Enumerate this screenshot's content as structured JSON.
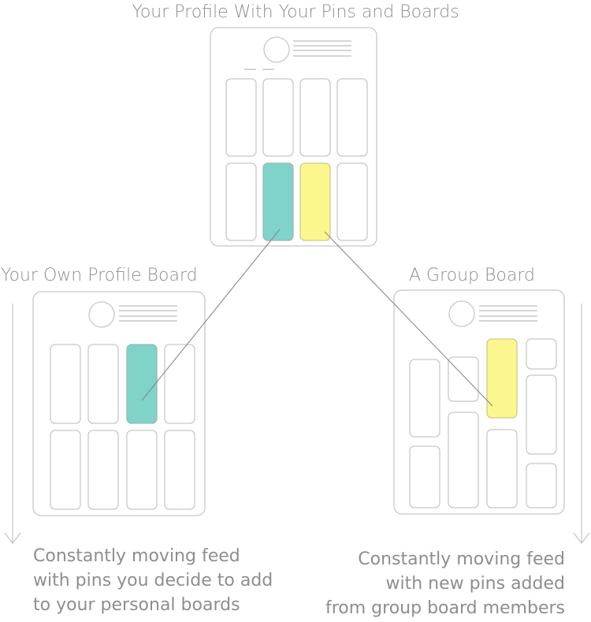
{
  "titles": {
    "profile": "Your Profile With Your Pins and Boards",
    "own_board": "Your Own Profile Board",
    "group_board": "A Group Board"
  },
  "captions": {
    "left": [
      "Constantly moving feed",
      "with pins you decide to add",
      "to your personal boards"
    ],
    "right": [
      "Constantly moving feed",
      "with new pins added",
      "from group board members"
    ]
  },
  "colors": {
    "outline": "#c4c4c4",
    "teal_pin": "#7fd3c9",
    "yellow_pin": "#fbf68e",
    "connector": "#8a8a8a",
    "text": "#8e8e8e"
  }
}
